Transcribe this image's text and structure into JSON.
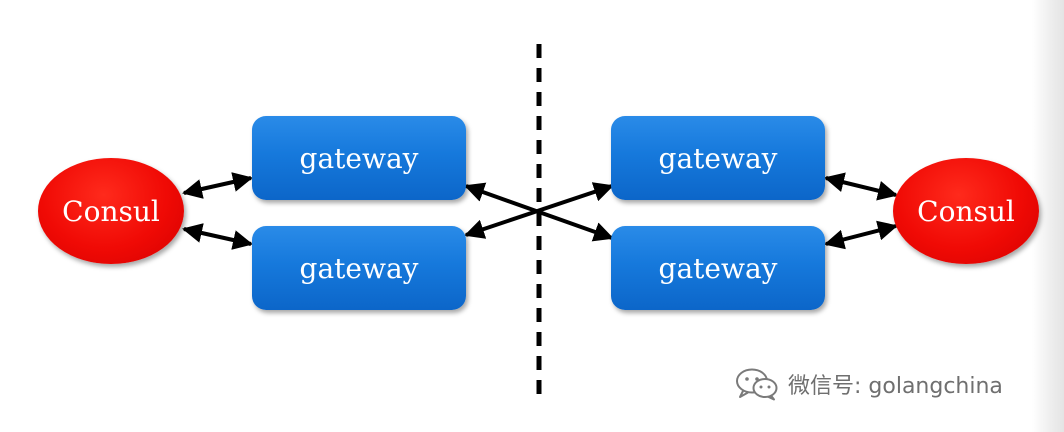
{
  "diagram": {
    "left_registry_label": "Consul",
    "right_registry_label": "Consul",
    "left_top_gateway_label": "gateway",
    "left_bottom_gateway_label": "gateway",
    "right_top_gateway_label": "gateway",
    "right_bottom_gateway_label": "gateway"
  },
  "watermark": {
    "text": "微信号: golangchina",
    "icon": "wechat-icon"
  },
  "colors": {
    "registry": "#f00a05",
    "gateway": "#1679dc",
    "arrow": "#000000",
    "divider": "#000000",
    "watermark_text": "#6f6f6f"
  }
}
